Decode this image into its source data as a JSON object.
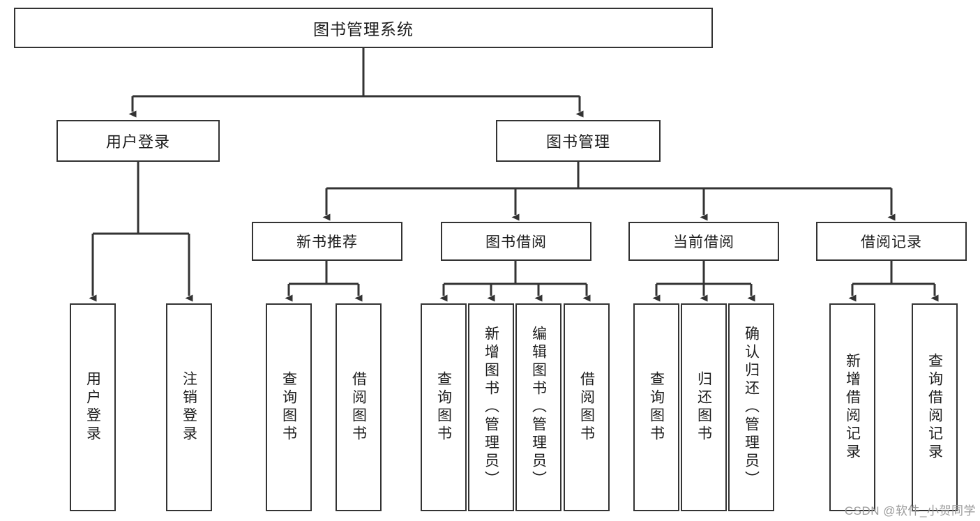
{
  "diagram": {
    "title": "图书管理系统",
    "watermark": "CSDN @软件_小贺同学",
    "line_color": "#333333",
    "box_fill": "#ffffff",
    "text_color": "#1c1c1c",
    "background": "#ffffff",
    "root": {
      "label": "图书管理系统"
    },
    "level2": [
      {
        "label": "用户登录"
      },
      {
        "label": "图书管理"
      }
    ],
    "level3": [
      {
        "label": "新书推荐"
      },
      {
        "label": "图书借阅"
      },
      {
        "label": "当前借阅"
      },
      {
        "label": "借阅记录"
      }
    ],
    "leaves": [
      {
        "label": "用户登录"
      },
      {
        "label": "注销登录"
      },
      {
        "label": "查询图书"
      },
      {
        "label": "借阅图书"
      },
      {
        "label": "查询图书"
      },
      {
        "label": "新增图书（管理员）"
      },
      {
        "label": "编辑图书（管理员）"
      },
      {
        "label": "借阅图书"
      },
      {
        "label": "查询图书"
      },
      {
        "label": "归还图书"
      },
      {
        "label": "确认归还（管理员）"
      },
      {
        "label": "新增借阅记录"
      },
      {
        "label": "查询借阅记录"
      }
    ]
  }
}
